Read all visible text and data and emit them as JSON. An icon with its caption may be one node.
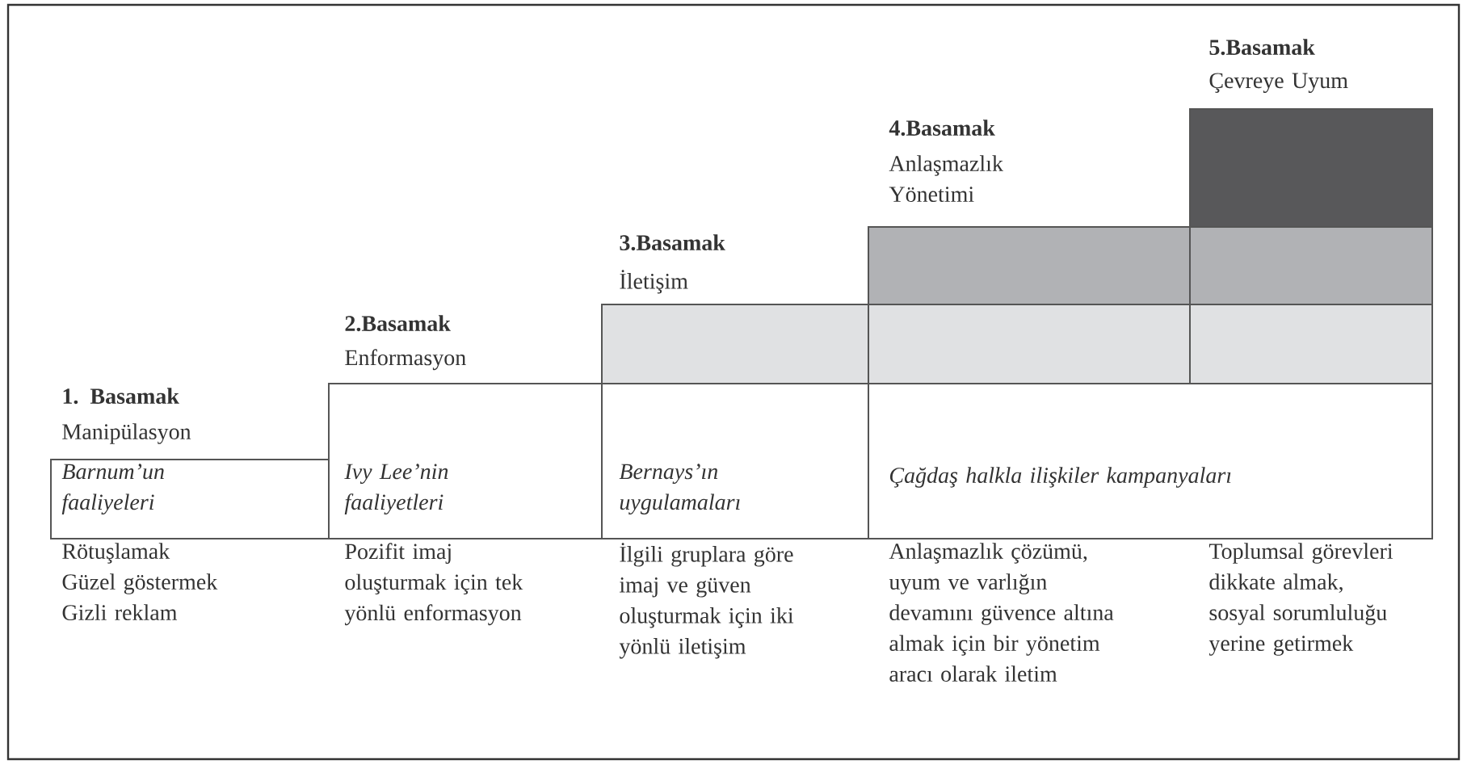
{
  "diagram": {
    "nodes": [
      {
        "text": [
          "1. Basamak",
          "Manipülasyon",
          "Barnum’un faaliyeleri"
        ],
        "beside": [
          "Rötuşlamak",
          "Güzel göstermek",
          "Gizli reklam"
        ]
      },
      {
        "text": [
          "2.Basamak",
          "Enformasyon",
          "Ivy Lee’nin faaliyetleri"
        ],
        "beside": [
          "Pozifit imaj oluşturmak için tek yönlü enformasyon"
        ]
      },
      {
        "text": [
          "3.Basamak",
          "İletişim"
        ]
      },
      {
        "text": [
          "Bernays’ın uygulamaları"
        ],
        "beside": [
          "İlgili gruplara göre imaj ve güven oluşturmak için iki yönlü iletişim"
        ]
      },
      {
        "text": [
          "4.Basamak",
          "Anlaşmazlık Yönetimi"
        ]
      },
      {
        "text": [],
        "shape": "box"
      },
      {
        "text": [
          "5.Basamak",
          "Çevreye Uyum"
        ]
      },
      {
        "text": [],
        "shape": "box"
      },
      {
        "text": [],
        "shape": "box"
      },
      {
        "text": [
          "Çağdaş halkla ilişkiler kampanyaları"
        ],
        "beside": [
          "Anlaşmazlık çözümü, uyum ve varlığın devamını güvence altına almak için bir yönetim aracı olarak iletim",
          "Toplumsal görevleri dikkate almak, sosyal sorumluluğu yerine getirmek"
        ]
      }
    ]
  }
}
